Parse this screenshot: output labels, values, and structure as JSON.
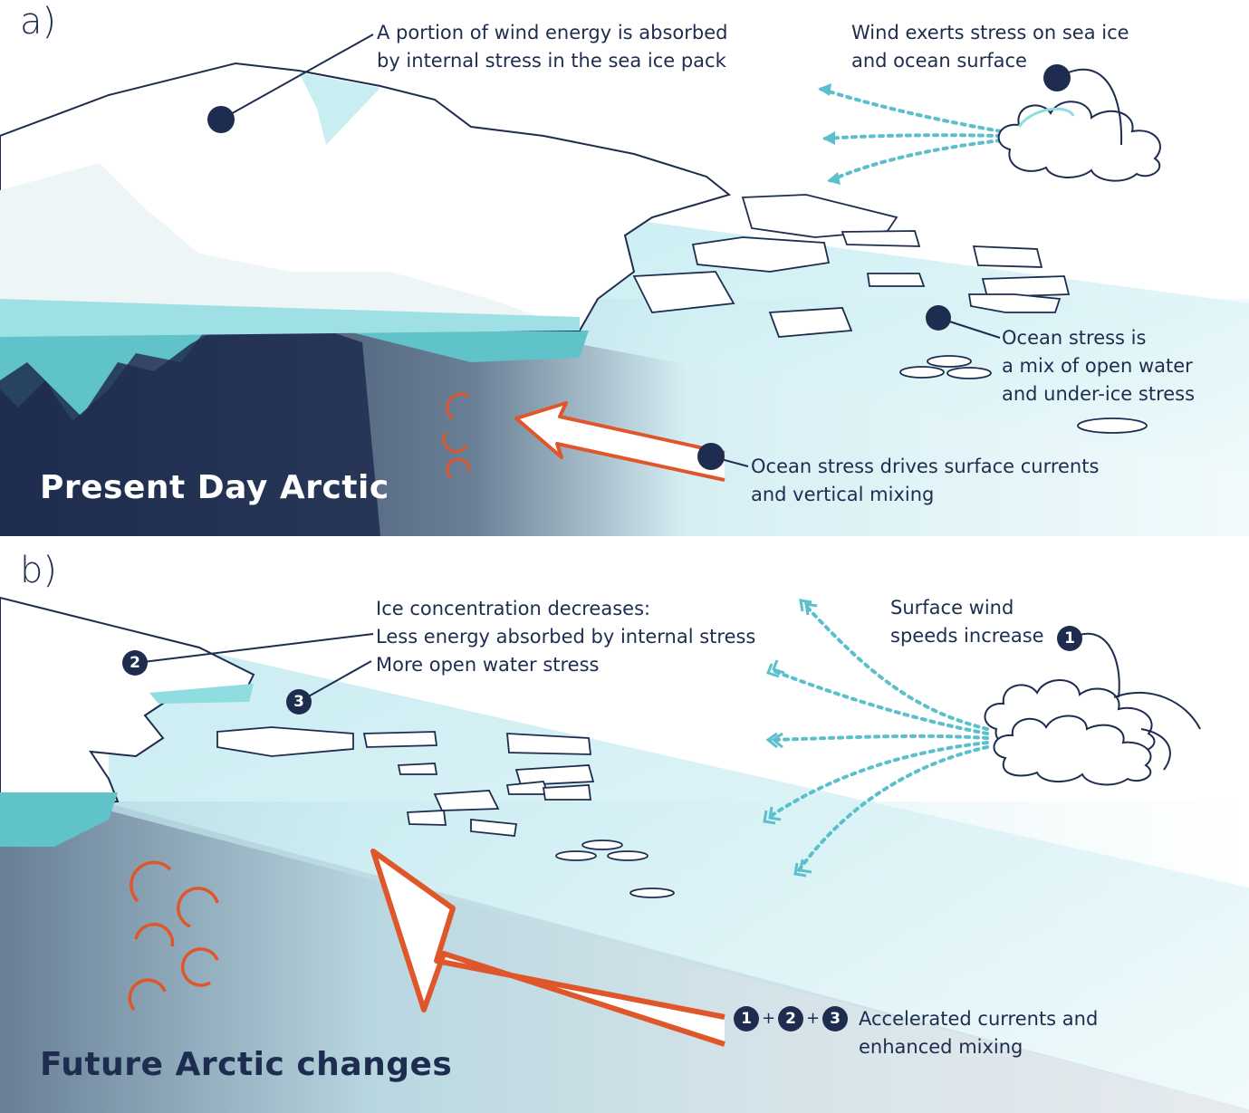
{
  "panel_a": {
    "letter": "a)",
    "title": "Present Day Arctic",
    "callout_internal_stress": [
      "A portion of wind energy is absorbed",
      "by internal stress in the sea ice pack"
    ],
    "callout_wind": [
      "Wind exerts stress on sea ice",
      "and ocean surface"
    ],
    "callout_ocean_stress": [
      "Ocean stress is",
      "a mix of open water",
      "and under-ice stress"
    ],
    "callout_currents": [
      "Ocean stress drives surface currents",
      "and vertical mixing"
    ]
  },
  "panel_b": {
    "letter": "b)",
    "title": "Future Arctic changes",
    "callout_ice": [
      "Ice concentration decreases:",
      "Less energy absorbed by internal stress",
      "More open water stress"
    ],
    "callout_wind": [
      "Surface wind",
      "speeds increase"
    ],
    "callout_result": [
      "Accelerated currents and",
      "enhanced mixing"
    ],
    "badges": [
      "1",
      "2",
      "3"
    ],
    "plus_sign": "+"
  },
  "colors": {
    "navy": "#1e2d4f",
    "ice_cyan": "#8fdde0",
    "arrow_orange": "#e0562b",
    "wind_dots": "#5bc0cc"
  }
}
